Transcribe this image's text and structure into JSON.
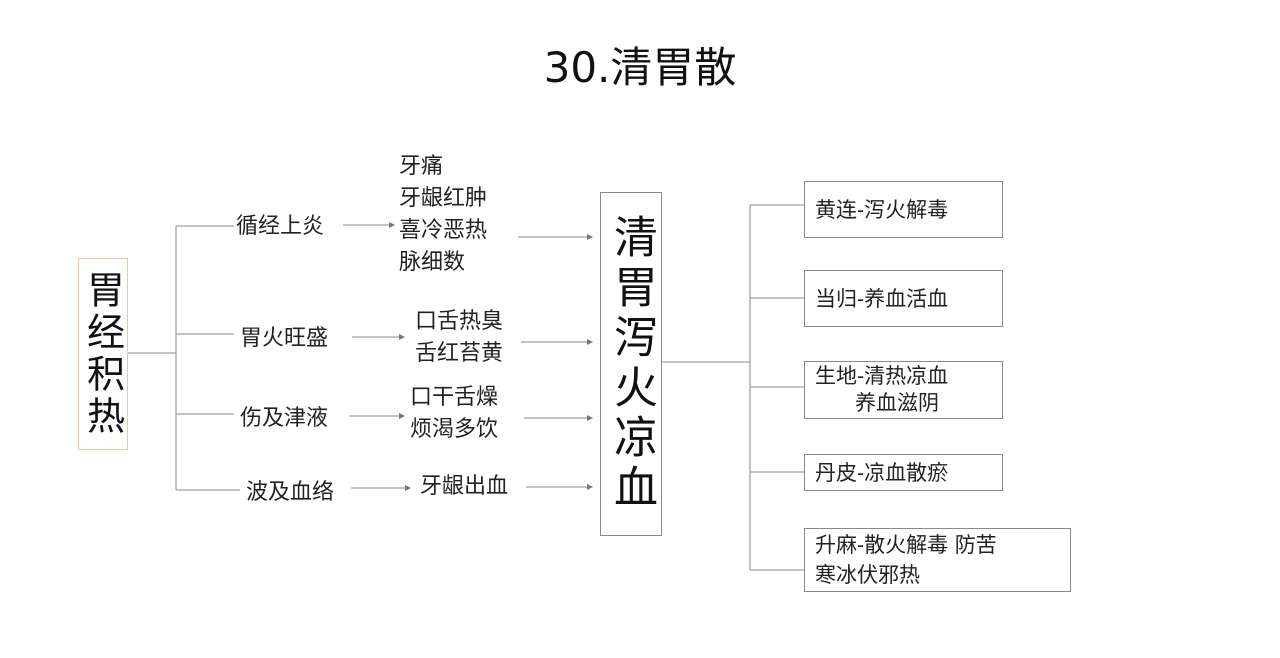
{
  "title": "30.清胃散",
  "root": "胃经积热",
  "center": "清胃泻火凉血",
  "branches": [
    {
      "cause": "循经上炎",
      "symptoms": [
        "牙痛",
        "牙龈红肿",
        "喜冷恶热",
        "脉细数"
      ]
    },
    {
      "cause": "胃火旺盛",
      "symptoms": [
        "口舌热臭",
        "舌红苔黄"
      ]
    },
    {
      "cause": "伤及津液",
      "symptoms": [
        "口干舌燥",
        "烦渴多饮"
      ]
    },
    {
      "cause": "波及血络",
      "symptoms": [
        "牙龈出血"
      ]
    }
  ],
  "herbs": [
    {
      "text": "黄连-泻火解毒"
    },
    {
      "text": "当归-养血活血"
    },
    {
      "text": "生地-清热凉血\n      养血滋阴"
    },
    {
      "text": "丹皮-凉血散瘀"
    },
    {
      "text": "升麻-散火解毒 防苦\n寒冰伏邪热"
    }
  ]
}
